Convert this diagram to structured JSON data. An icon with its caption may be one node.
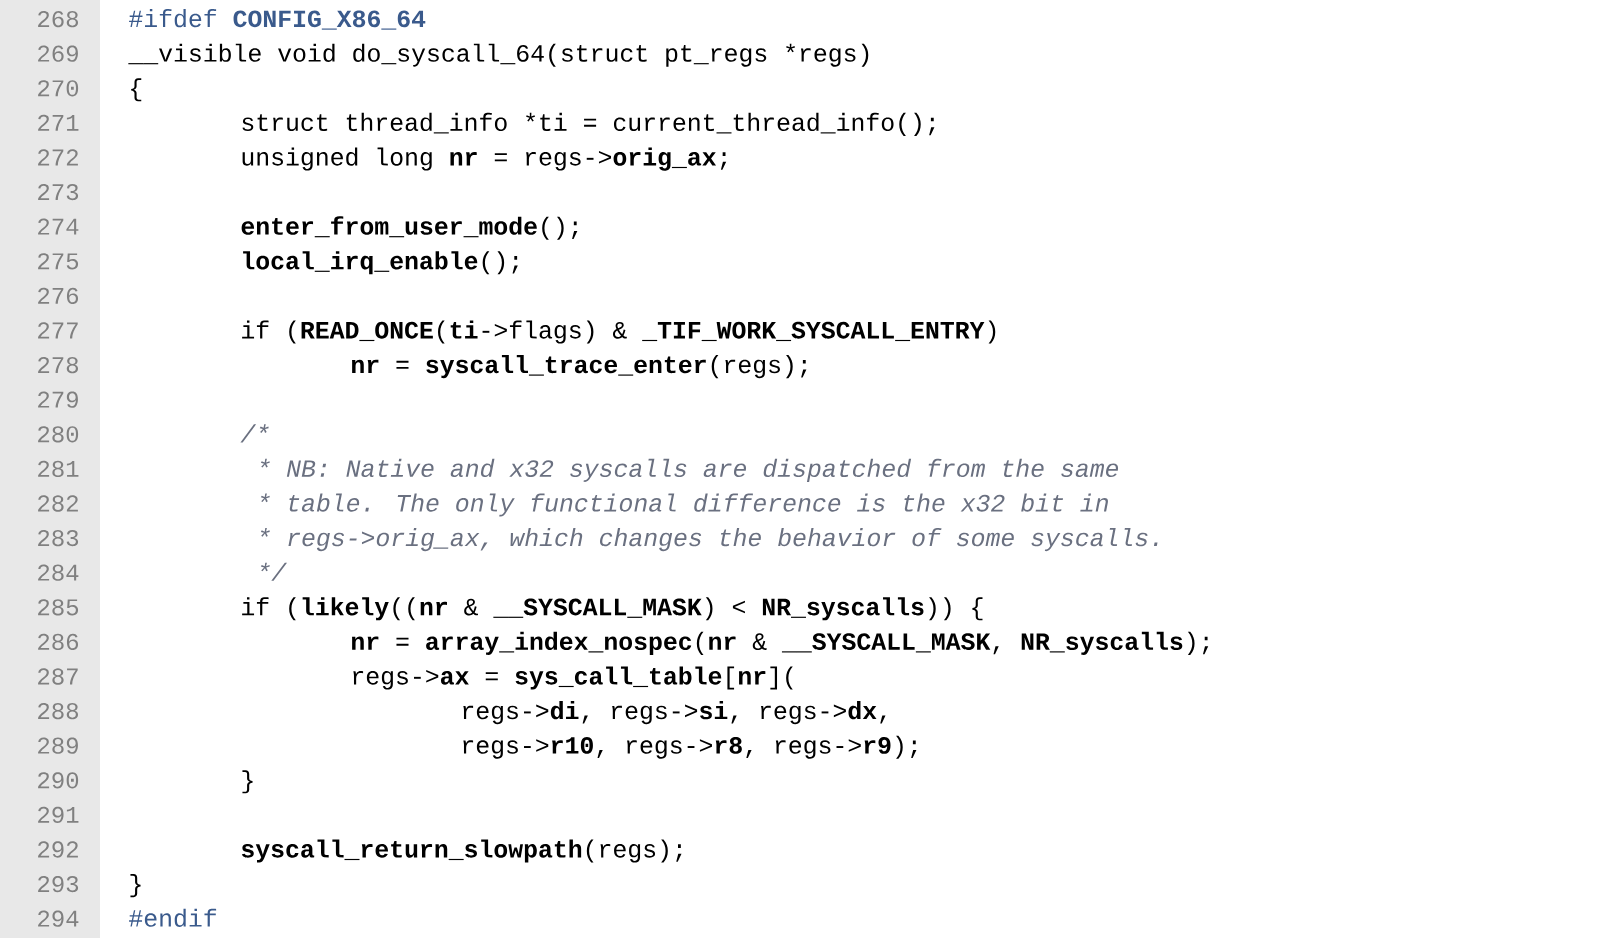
{
  "diagram": {
    "labels": [
      "268",
      "#ifdef **CONFIG_X86_64**",
      "269",
      "__visible void do_syscall_64(struct pt_regs *regs)",
      "270",
      "{",
      "271",
      "struct thread_info *ti = current_thread_info();",
      "272",
      "unsigned long **nr** = regs->**orig_ax**;",
      "273",
      "274",
      "**enter_from_user_mode**();",
      "275",
      "**local_irq_enable**();",
      "276",
      "277",
      "if (**READ_ONCE**(**ti**->flags) & **_TIF_WORK_SYSCALL_ENTRY**)",
      "278",
      "**nr** = **syscall_trace_enter**(regs);",
      "279",
      "280",
      "/*",
      "281",
      "* NB: Native and x32 syscalls are dispatched from the same",
      "282",
      "* table. The only functional difference is the x32 bit in",
      "283",
      "* regs->orig_ax, which changes the behavior of some syscalls.",
      "284",
      "*/",
      "285",
      "if (**likely**((**nr** & **__SYSCALL_MASK**) < **NR_syscalls**)) {",
      "286",
      "**nr** = **array_index_nospec**(**nr** & **__SYSCALL_MASK**, **NR_syscalls**);",
      "287",
      "regs->**ax** = **sys_call_table**[**nr**](",
      "288",
      "regs->**di**, regs->**si**, regs->**dx**,",
      "289",
      "regs->**r10**, regs->**r8**, regs->**r9**);",
      "290",
      "}",
      "291",
      "292",
      "**syscall_return_slowpath**(regs);",
      "293",
      "}",
      "294",
      "#endif"
    ]
  }
}
